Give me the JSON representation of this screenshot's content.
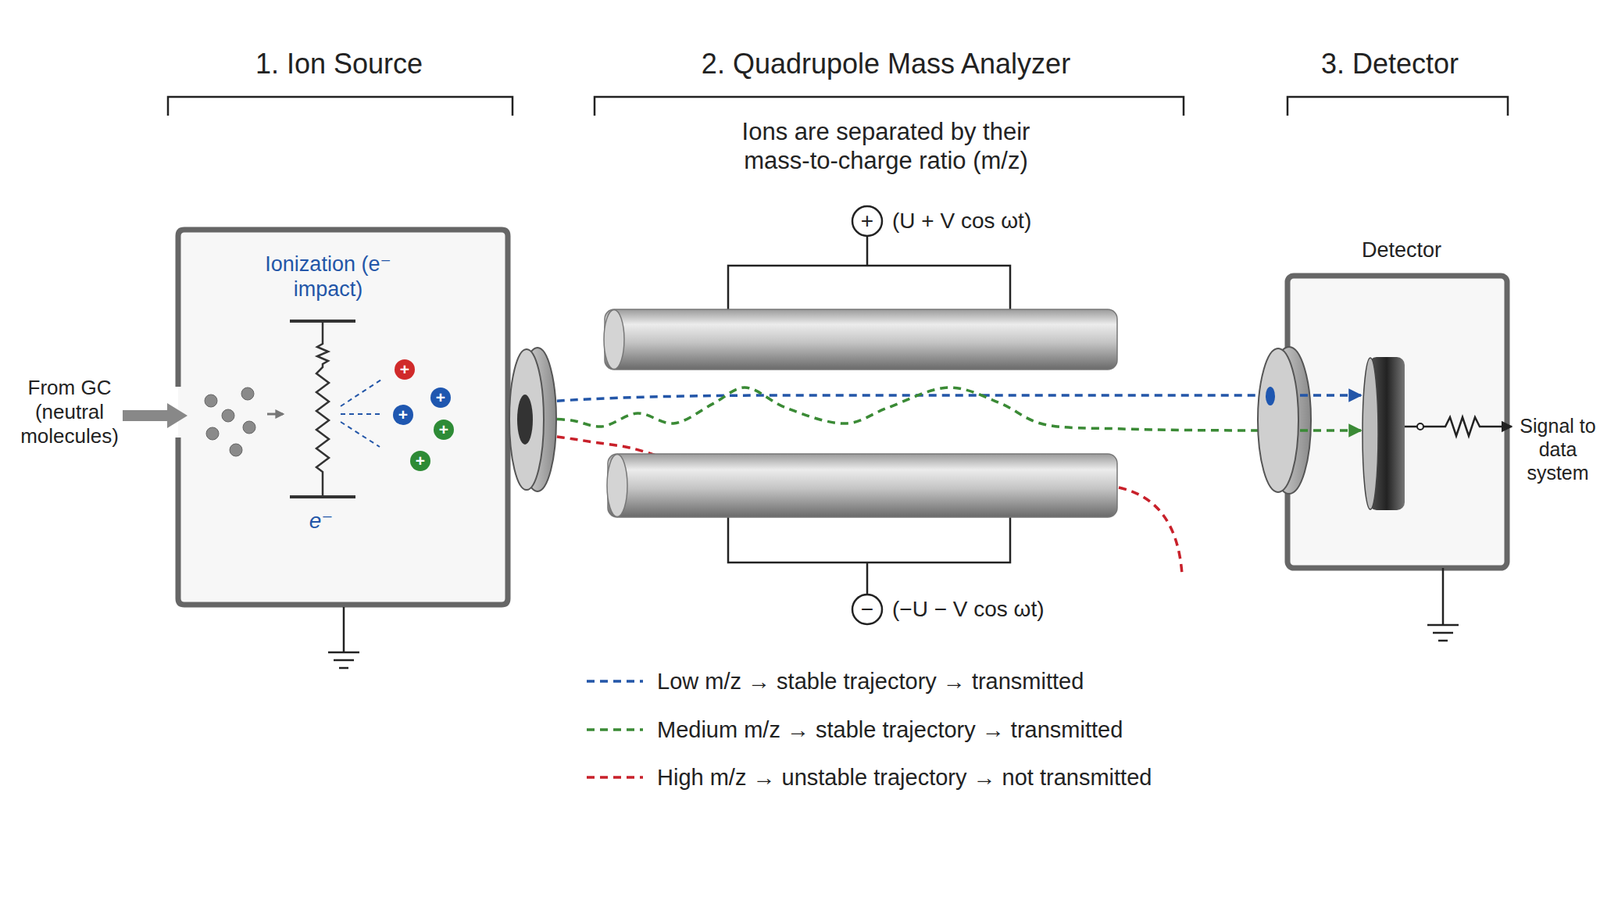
{
  "diagram": {
    "nodes": [
      {
        "text": [
          "Ionization (e⁻ impact)",
          "e⁻"
        ]
      },
      {
        "text": [
          "Detector"
        ]
      }
    ],
    "labels": [
      "1. Ion Source",
      "2. Quadrupole Mass Analyzer",
      "3. Detector",
      "Ions are separated by their mass-to-charge ratio (m/z)",
      "From GC (neutral molecules)",
      "+",
      "+",
      "+",
      "+",
      "+",
      "+",
      "(U + V cos ωt)",
      "−",
      "(−U − V cos ωt)",
      "Signal to data system"
    ],
    "legend": [
      {
        "text": "Low m/z → stable trajectory → transmitted"
      },
      {
        "text": "Medium m/z → stable trajectory → transmitted"
      },
      {
        "text": "High m/z → unstable trajectory → not transmitted"
      }
    ]
  }
}
